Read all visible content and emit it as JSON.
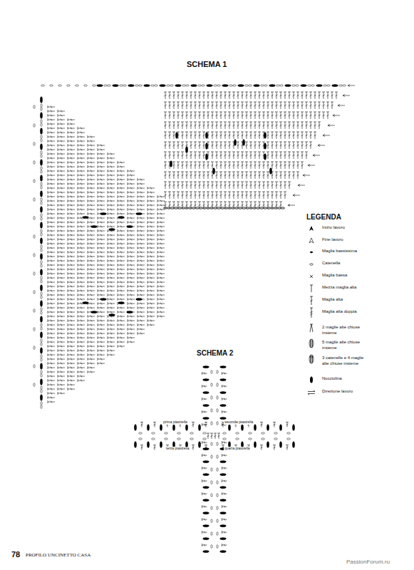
{
  "diagram": {
    "labels": [
      "SCHEMA 1",
      "LEGENDA",
      "SCHEMA 2",
      "prima piastrella",
      "seconda piastrella",
      "terza piastrella",
      "quarta piastrella",
      "78",
      "PROFILO UNCINETTO CASA",
      "PassionForum.ru"
    ],
    "legend": [
      {
        "text": "Inizio lavoro"
      },
      {
        "text": "Fine lavoro"
      },
      {
        "text": "Maglia bassissima"
      },
      {
        "text": "Catenella"
      },
      {
        "text": "Maglia bassa"
      },
      {
        "text": "Mezza maglia alta"
      },
      {
        "text": "Maglia alta"
      },
      {
        "text": "Maglia alta doppia"
      },
      {
        "text": "2 maglie alte chiuse insieme"
      },
      {
        "text": "5 maglie alte chiuse insieme"
      },
      {
        "text": "3 catenelle e 4 maglie alte chiuse insieme"
      },
      {
        "text": "Nocciolina"
      },
      {
        "text": "Direzione lavoro"
      }
    ]
  }
}
